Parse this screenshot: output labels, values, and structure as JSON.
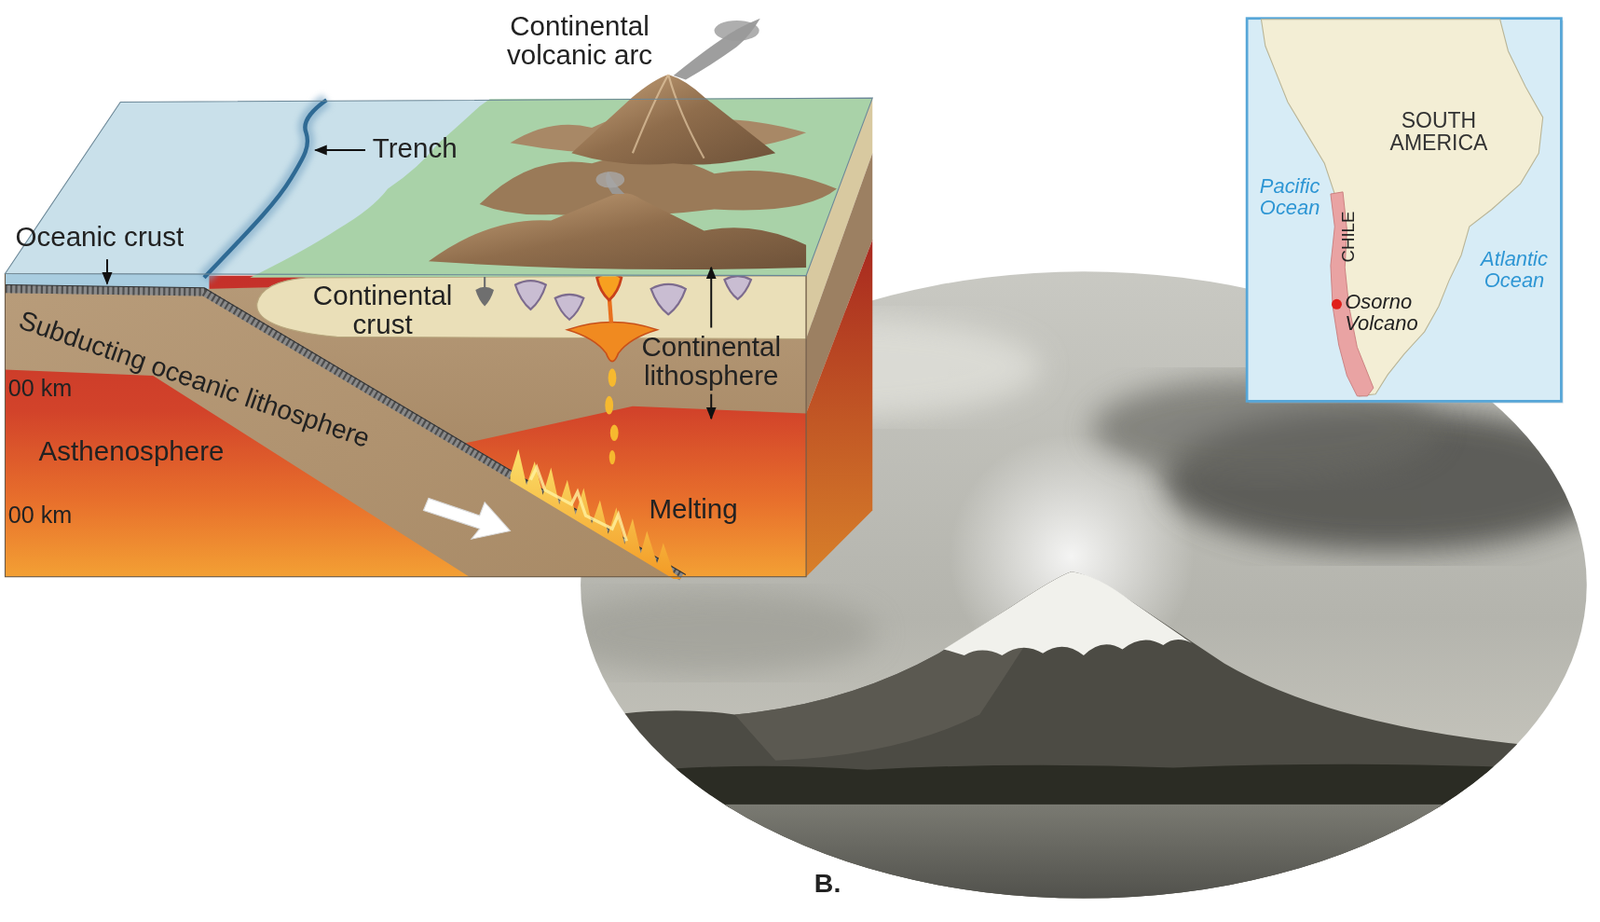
{
  "diagram": {
    "labels": [
      "Continental volcanic arc",
      "Trench",
      "Oceanic crust",
      "Continental crust",
      "Subducting oceanic lithosphere",
      "Continental lithosphere",
      "00 km",
      "Asthenosphere",
      "00 km",
      "Melting",
      "SOUTH AMERICA",
      "Pacific Ocean",
      "CHILE",
      "Atlantic Ocean",
      "Osorno Volcano",
      "B."
    ]
  }
}
